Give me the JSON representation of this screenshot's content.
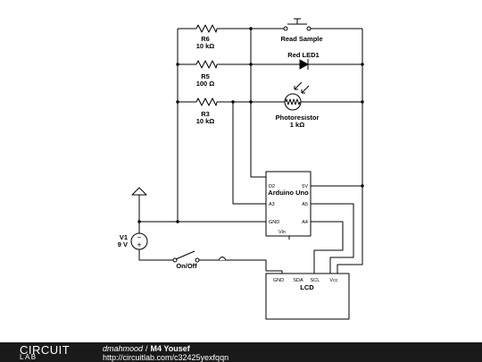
{
  "diagram": {
    "components": {
      "r6": {
        "name": "R6",
        "value": "10 kΩ"
      },
      "r5": {
        "name": "R5",
        "value": "100 Ω"
      },
      "r3": {
        "name": "R3",
        "value": "10 kΩ"
      },
      "button": {
        "label": "Read Sample"
      },
      "led": {
        "label": "Red LED1"
      },
      "photoresistor": {
        "name": "Photoresistor",
        "value": "1 kΩ"
      },
      "arduino": {
        "title": "Arduino Uno",
        "pins": {
          "d2": "D2",
          "v5": "5V",
          "a3": "A3",
          "a5": "A5",
          "gnd": "GND",
          "a4": "A4",
          "vin": "Vin"
        }
      },
      "battery": {
        "name": "V1",
        "value": "9 V",
        "minus": "−",
        "plus": "+"
      },
      "switch": {
        "label": "On/Off"
      },
      "lcd": {
        "title": "LCD",
        "pins": {
          "gnd": "GND",
          "sda": "SDA",
          "scl": "SCL",
          "vcc": "Vcc"
        }
      }
    }
  },
  "footer": {
    "logo_top": "CIRCUIT",
    "logo_bottom": "LAB",
    "author": "dmahmood",
    "separator": "/",
    "title": "M4 Yousef",
    "url": "http://circuitlab.com/c32425yexfqqn"
  }
}
